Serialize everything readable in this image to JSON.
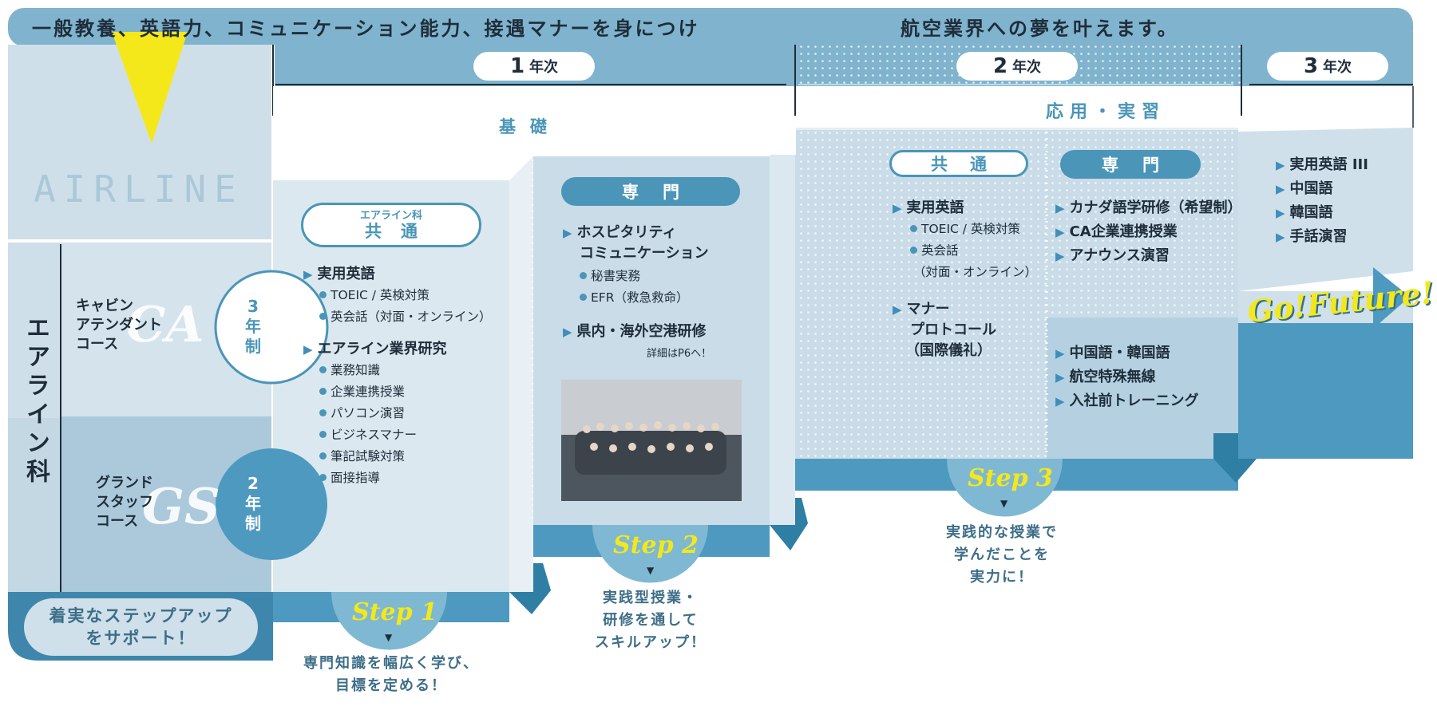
{
  "header": {
    "left_text": "一般教養、英語力、コミュニケーション能力、接遇マナーを身につけ",
    "right_text": "航空業界への夢を叶えます。"
  },
  "years": [
    {
      "num": "1",
      "label": "年次"
    },
    {
      "num": "2",
      "label": "年次"
    },
    {
      "num": "3",
      "label": "年次"
    }
  ],
  "sections": {
    "basic": "基礎",
    "applied": "応用・実習"
  },
  "left_panel": {
    "airline_word": "AIRLINE",
    "dept_vertical": "エアライン科",
    "ca": {
      "line1": "キャビン",
      "line2": "アテンダント",
      "line3": "コース",
      "abbr": "CA",
      "years": "3年制"
    },
    "gs": {
      "line1": "グランド",
      "line2": "スタッフ",
      "line3": "コース",
      "abbr": "GS",
      "years": "2年制"
    },
    "support_line1": "着実なステップアップ",
    "support_line2": "をサポート！"
  },
  "col1": {
    "pill_small": "エアライン科",
    "pill_big": "共通",
    "groups": [
      {
        "title": "実用英語",
        "items": [
          "TOEIC / 英検対策",
          "英会話（対面・オンライン）"
        ]
      },
      {
        "title": "エアライン業界研究",
        "items": [
          "業務知識",
          "企業連携授業",
          "パソコン演習",
          "ビジネスマナー",
          "筆記試験対策",
          "面接指導"
        ]
      }
    ]
  },
  "col2": {
    "pill": "専門",
    "group1_title_l1": "ホスピタリティ",
    "group1_title_l2": "コミュニケーション",
    "group1_items": [
      "秘書実務",
      "EFR（救急救命）"
    ],
    "group2_title": "県内・海外空港研修",
    "note": "詳細はP6へ！"
  },
  "col3": {
    "pill": "共通",
    "group1_title": "実用英語",
    "group1_items": [
      "TOEIC / 英検対策",
      "英会話"
    ],
    "group1_sub": "（対面・オンライン）",
    "group2_l1": "マナー",
    "group2_l2": "プロトコール",
    "group2_l3": "（国際儀礼）"
  },
  "col4": {
    "pill": "専門",
    "items_top": [
      "カナダ語学研修（希望制）",
      "CA企業連携授業",
      "アナウンス演習"
    ],
    "items_bottom": [
      "中国語・韓国語",
      "航空特殊無線",
      "入社前トレーニング"
    ]
  },
  "col5": {
    "items": [
      "実用英語 III",
      "中国語",
      "韓国語",
      "手話演習"
    ],
    "future": "Go!Future!!"
  },
  "steps": [
    {
      "label": "Step 1",
      "desc_l1": "専門知識を幅広く学び、",
      "desc_l2": "目標を定める！"
    },
    {
      "label": "Step 2",
      "desc_l1": "実践型授業・",
      "desc_l2": "研修を通して",
      "desc_l3": "スキルアップ！"
    },
    {
      "label": "Step 3",
      "desc_l1": "実践的な授業で",
      "desc_l2": "学んだことを",
      "desc_l3": "実力に！"
    }
  ],
  "colors": {
    "band": "#7fb3cd",
    "light": "#dce8f0",
    "dark": "#3e86ab",
    "accent": "#f4e81a",
    "pill": "#4a95b8"
  },
  "icons": [
    "triangle-bullet-icon",
    "dot-bullet-icon",
    "down-arrow-icon"
  ]
}
